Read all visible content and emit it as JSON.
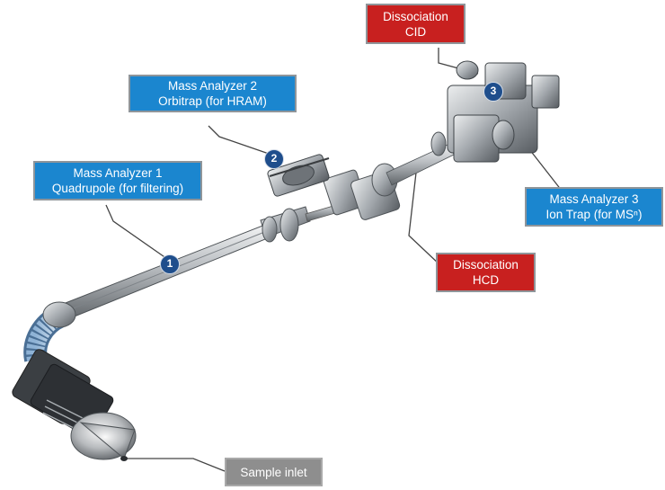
{
  "labels": {
    "analyzer1": {
      "line1": "Mass Analyzer 1",
      "line2": "Quadrupole (for filtering)"
    },
    "analyzer2": {
      "line1": "Mass Analyzer 2",
      "line2": "Orbitrap (for HRAM)"
    },
    "analyzer3": {
      "line1": "Mass Analyzer 3",
      "line2": "Ion Trap (for MSⁿ)"
    },
    "cid": {
      "line1": "Dissociation",
      "line2": "CID"
    },
    "hcd": {
      "line1": "Dissociation",
      "line2": "HCD"
    },
    "inlet": {
      "text": "Sample inlet"
    }
  },
  "badges": {
    "one": "1",
    "two": "2",
    "three": "3"
  },
  "colors": {
    "analyzer": "#1b86cf",
    "dissociation": "#c8201f",
    "inlet": "#8e8e8e",
    "badge": "#1f4e8c"
  }
}
